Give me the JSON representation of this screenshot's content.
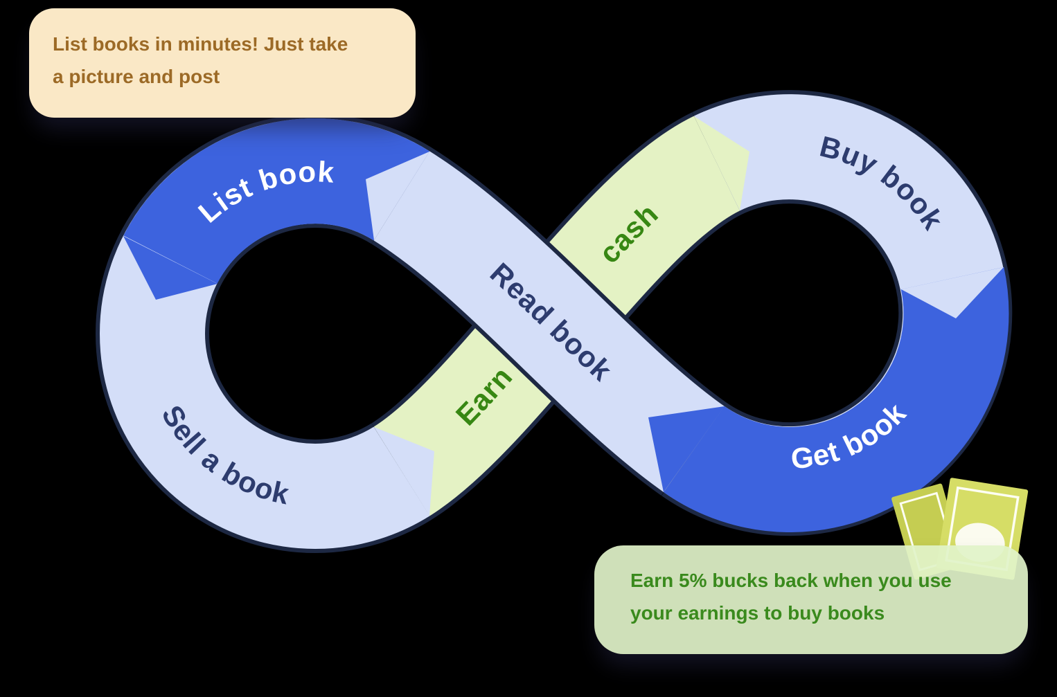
{
  "diagram": {
    "type": "infinity-loop-flow",
    "labels": {
      "list": "List book",
      "sell": "Sell a book",
      "earn": "Earn",
      "cash": "cash",
      "buy": "Buy book",
      "get": "Get book",
      "read": "Read book"
    },
    "colors": {
      "background": "#000000",
      "band_light": "#d4def8",
      "band_blue": "#3d63de",
      "band_green": "#e4f2c4",
      "outline_navy": "#1d2843",
      "text_navy": "#2d3c6e",
      "text_green": "#378713",
      "text_white": "#ffffff"
    }
  },
  "callouts": {
    "listing_tip": {
      "lines": [
        "List books in minutes! Just take",
        "a picture and post"
      ],
      "background": "#fae8c6",
      "text_color": "#9c6a26"
    },
    "earnings_tip": {
      "lines": [
        "Earn 5% bucks back when you use",
        "your earnings to buy books"
      ],
      "background": "#e1f3c9",
      "text_color": "#3a8a1d"
    }
  },
  "icons": {
    "money_bills": "money-bills-icon"
  }
}
